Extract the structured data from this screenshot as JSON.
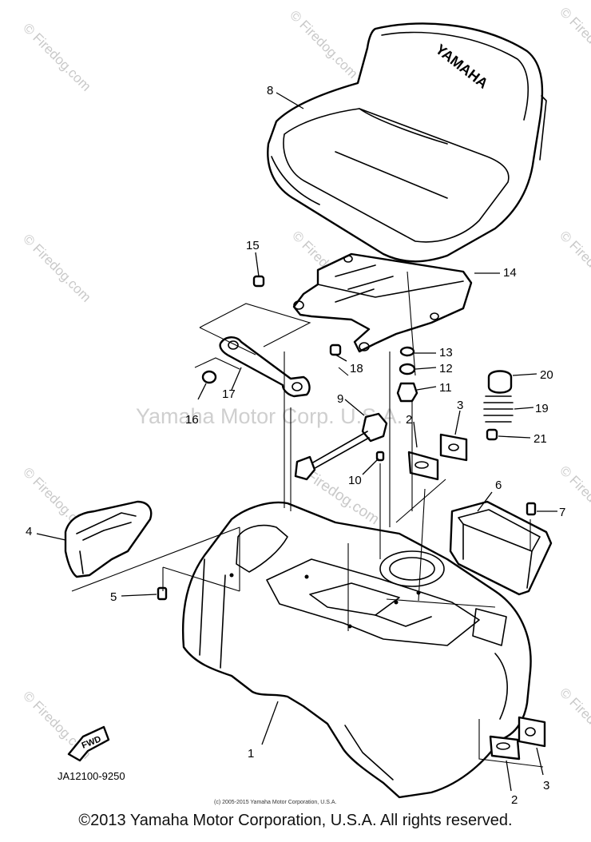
{
  "diagram": {
    "callouts": {
      "c1": "1",
      "c2a": "2",
      "c2b": "2",
      "c3a": "3",
      "c3b": "3",
      "c4": "4",
      "c5": "5",
      "c6": "6",
      "c7": "7",
      "c8": "8",
      "c9": "9",
      "c10": "10",
      "c11": "11",
      "c12": "12",
      "c13": "13",
      "c14": "14",
      "c15": "15",
      "c16": "16",
      "c17": "17",
      "c18": "18",
      "c19": "19",
      "c20": "20",
      "c21": "21"
    },
    "seat_brand": "YAMAHA",
    "fwd_label": "FWD",
    "drawing_code": "JA12100-9250",
    "small_copyright": "(c) 2005-2015 Yamaha Motor Corporation, U.S.A.",
    "watermark_center": "Yamaha Motor Corp. U.S.A.",
    "watermark_firedog": "© Firedog.com",
    "watermark_firedog_center": "Firedog.com"
  },
  "footer": {
    "copyright": "©2013 Yamaha Motor Corporation, U.S.A. All rights reserved."
  }
}
